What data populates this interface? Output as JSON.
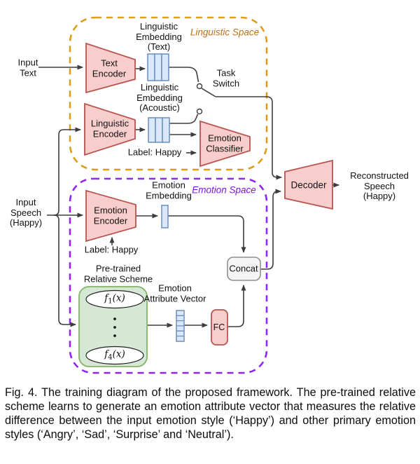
{
  "figure": {
    "regions": {
      "linguistic_space_label": "Linguistic Space",
      "emotion_space_label": "Emotion Space"
    },
    "inputs": {
      "input_text": "Input\nText",
      "input_speech": "Input\nSpeech\n(Happy)"
    },
    "blocks": {
      "text_encoder": "Text\nEncoder",
      "linguistic_encoder": "Linguistic\nEncoder",
      "emotion_classifier": "Emotion\nClassifier",
      "emotion_encoder": "Emotion\nEncoder",
      "decoder": "Decoder",
      "fc": "FC",
      "concat": "Concat"
    },
    "labels": {
      "linguistic_embedding_text": "Linguistic\nEmbedding\n(Text)",
      "linguistic_embedding_acoustic": "Linguistic\nEmbedding\n(Acoustic)",
      "emotion_embedding": "Emotion\nEmbedding",
      "task_switch": "Task\nSwitch",
      "label_happy_linguistic": "Label: Happy",
      "label_happy_emotion": "Label: Happy",
      "pretrained_relative_scheme": "Pre-trained\nRelative Scheme",
      "emotion_attribute_vector": "Emotion\nAttribute Vector",
      "reconstructed_speech": "Reconstructed\nSpeech\n(Happy)"
    },
    "relative_functions": [
      {
        "base": "f",
        "sub": "1",
        "args": "(x)"
      },
      {
        "base": "f",
        "sub": "4",
        "args": "(x)"
      }
    ],
    "colors": {
      "encoder_fill": "#F8CECC",
      "encoder_stroke": "#B85450",
      "embedding_fill": "#DAE8FC",
      "embedding_stroke": "#6C8EBF",
      "scheme_fill": "#D5E8D4",
      "scheme_stroke": "#82B366",
      "concat_fill": "#F5F5F5",
      "concat_stroke": "#8F8F8F",
      "linguistic_space_dash": "#DB9E1D",
      "emotion_space_dash": "#9025F0",
      "connector_line": "#3D3D3D"
    }
  },
  "caption": {
    "text": "Fig. 4. The training diagram of the proposed framework. The pre-trained relative scheme learns to generate an emotion attribute vector that measures the relative difference between the input emotion style (‘Happy’) and other primary emotion styles (‘Angry’, ‘Sad’, ‘Surprise’ and ‘Neutral’)."
  }
}
